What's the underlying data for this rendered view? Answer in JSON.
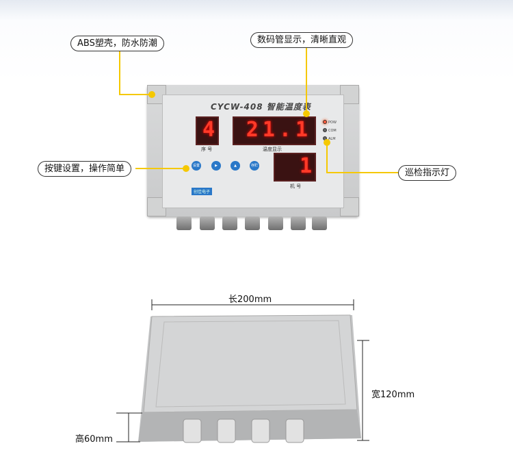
{
  "callouts": {
    "housing": "ABS塑壳，防水防潮",
    "display": "数码管显示，清晰直观",
    "buttons": "按键设置，操作简单",
    "indicator": "巡检指示灯"
  },
  "device": {
    "model": "CYCW-408 智能温度表",
    "serial_display": "4",
    "serial_label": "序 号",
    "temp_display": "21.1",
    "temp_label": "温度显示",
    "unit_display": "1",
    "unit_label": "机 号",
    "leds": [
      "POW",
      "COM",
      "ALM"
    ],
    "button_labels": [
      "设置",
      "▶",
      "▲",
      "存贮"
    ],
    "brand": "创佳电子"
  },
  "dimensions": {
    "length": "长200mm",
    "width": "宽120mm",
    "height": "高60mm"
  },
  "colors": {
    "callout_line": "#f5c800",
    "digit": "#ff3a28"
  }
}
